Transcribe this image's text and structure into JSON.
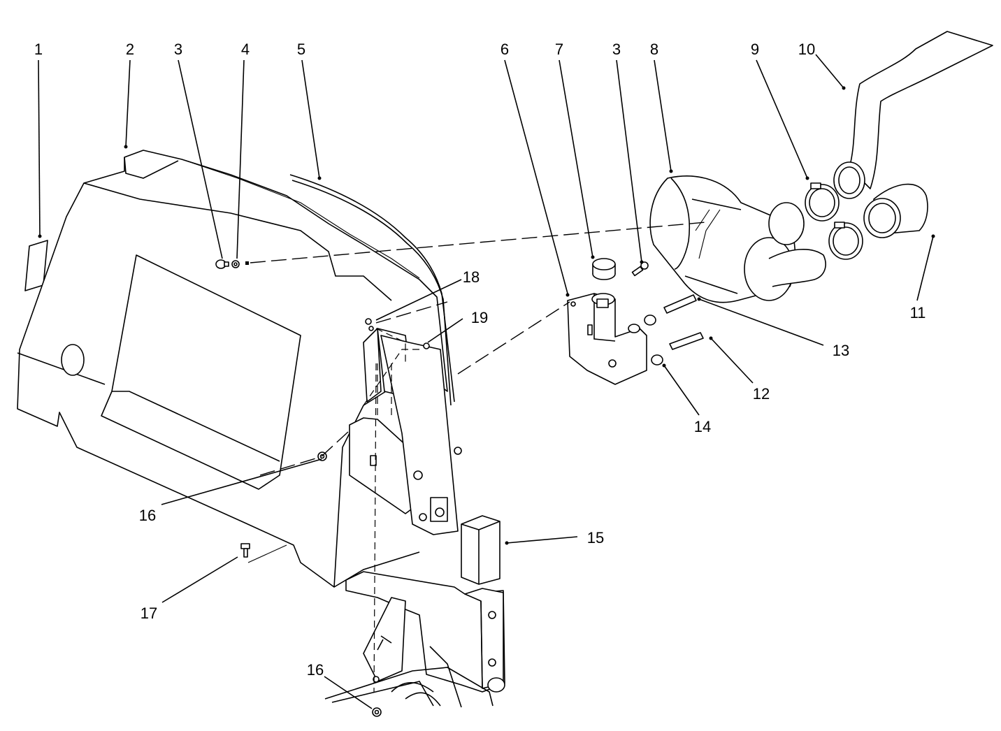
{
  "callouts": [
    "1",
    "2",
    "3",
    "4",
    "5",
    "6",
    "7",
    "3",
    "8",
    "9",
    "10",
    "11",
    "12",
    "13",
    "14",
    "15",
    "16",
    "16",
    "17",
    "18",
    "19"
  ]
}
